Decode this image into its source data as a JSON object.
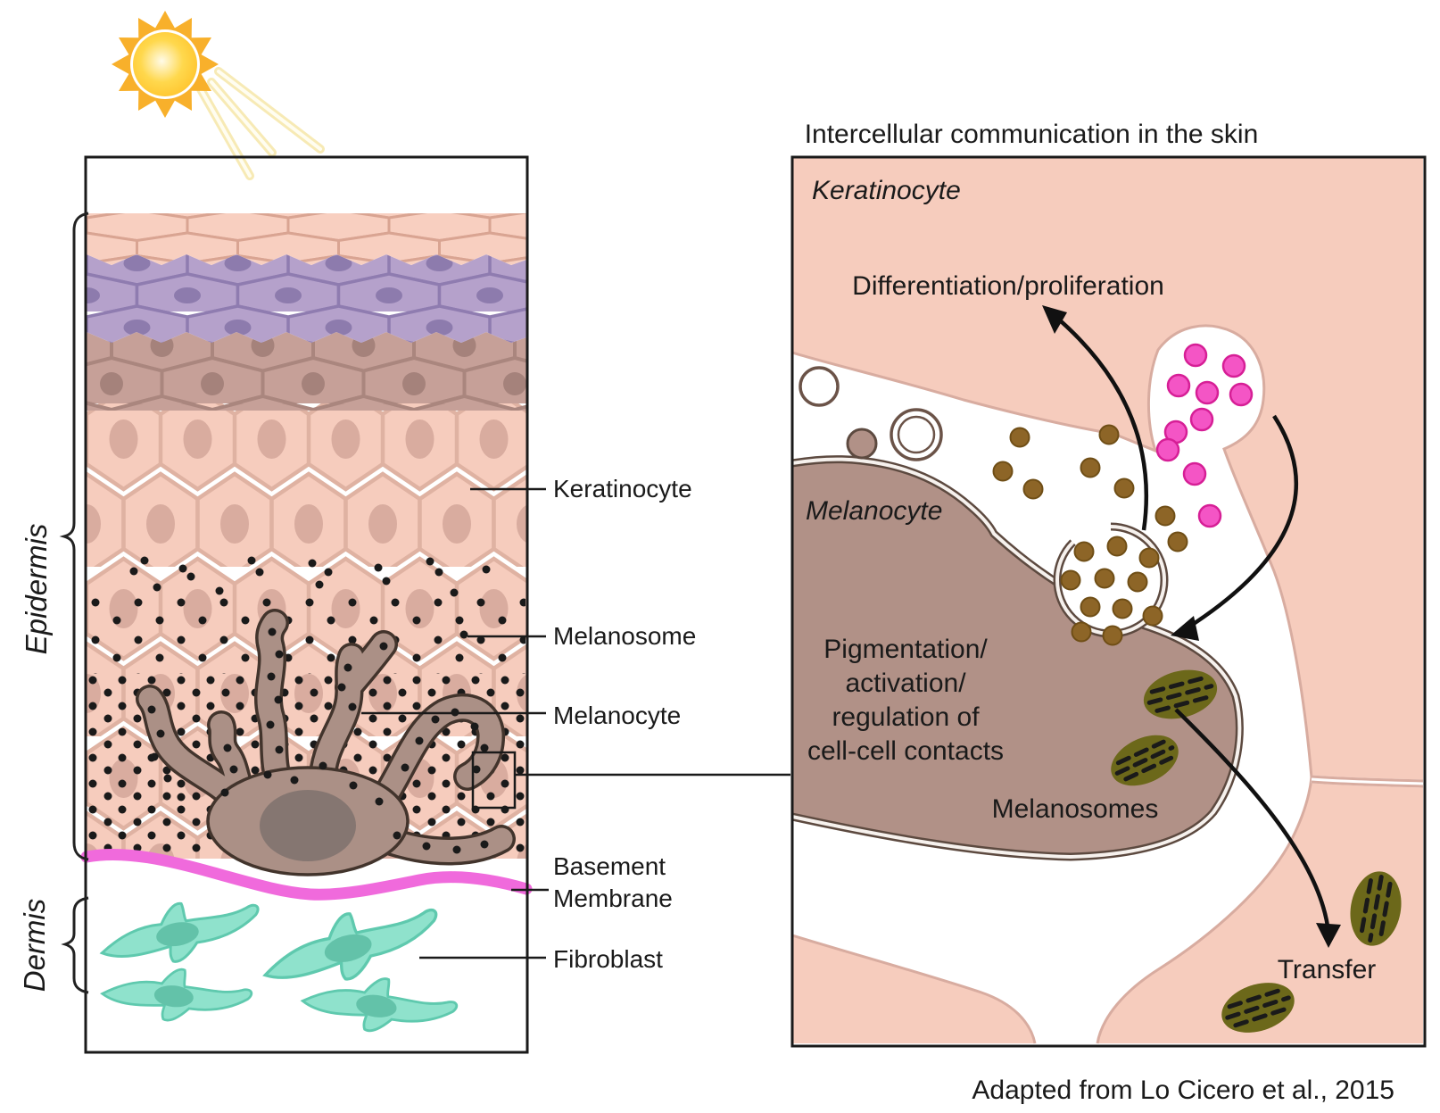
{
  "figure": {
    "left_panel": {
      "sun_icon": "sun-with-rays-icon",
      "epidermis_label": "Epidermis",
      "dermis_label": "Dermis",
      "labels": {
        "keratinocyte": "Keratinocyte",
        "melanosome": "Melanosome",
        "melanocyte": "Melanocyte",
        "basement_line1": "Basement",
        "basement_line2": "Membrane",
        "fibroblast": "Fibroblast"
      }
    },
    "right_panel": {
      "title": "Intercellular communication in the skin",
      "keratinocyte_label": "Keratinocyte",
      "melanocyte_label": "Melanocyte",
      "differentiation_label": "Differentiation/proliferation",
      "pigmentation_lines": [
        "Pigmentation/",
        "activation/",
        "regulation of",
        "cell-cell contacts"
      ],
      "melanosomes_label": "Melanosomes",
      "transfer_label": "Transfer"
    },
    "caption": "Adapted from Lo Cicero et al., 2015"
  },
  "colors": {
    "text": "#1a1a1a",
    "arrow": "#111111",
    "dot_black": "#1a1a1a",
    "panel_pink": "#F6CCBD",
    "cell_border_pink": "#DFB2A2",
    "nucleus_pink": "#D9AC9F",
    "corneum_fill": "#F8CFC0",
    "corneum_border": "#D9A492",
    "purple_fill": "#B5A1CB",
    "purple_border": "#8F7CB0",
    "purple_nucleus": "#8D7BAD",
    "mauve_fill": "#C6A098",
    "mauve_border": "#AA867E",
    "mauve_nucleus": "#A5827B",
    "left_melanocyte_fill": "#AB9086",
    "left_melanocyte_outline": "#42342C",
    "left_melanocyte_nucleus": "#857671",
    "membrane_magenta": "#F06ADC",
    "fibroblast_fill": "#8FE2CC",
    "fibroblast_outline": "#5FC9AE",
    "fibroblast_nucleus": "#63C2A9",
    "melanocyte_fill": "#B19187",
    "melanocyte_dark": "#5D4A40",
    "channel_edge": "#D8ACA0",
    "brown_dot": "#8D6527",
    "brown_dot_edge": "#6F4E16",
    "pink_dot": "#F455C5",
    "pink_dot_edge": "#D61F96",
    "olive": "#6C681A",
    "vesicle_ring": "#6B5348",
    "vesicle_tan": "#B7A276",
    "vesicle_tan_light": "#E9DFC6",
    "sun_orange": "#F8B02B",
    "sun_yellow": "#FFD84D",
    "sun_core": "#FFFBE8",
    "ray": "#F7E8AE"
  }
}
